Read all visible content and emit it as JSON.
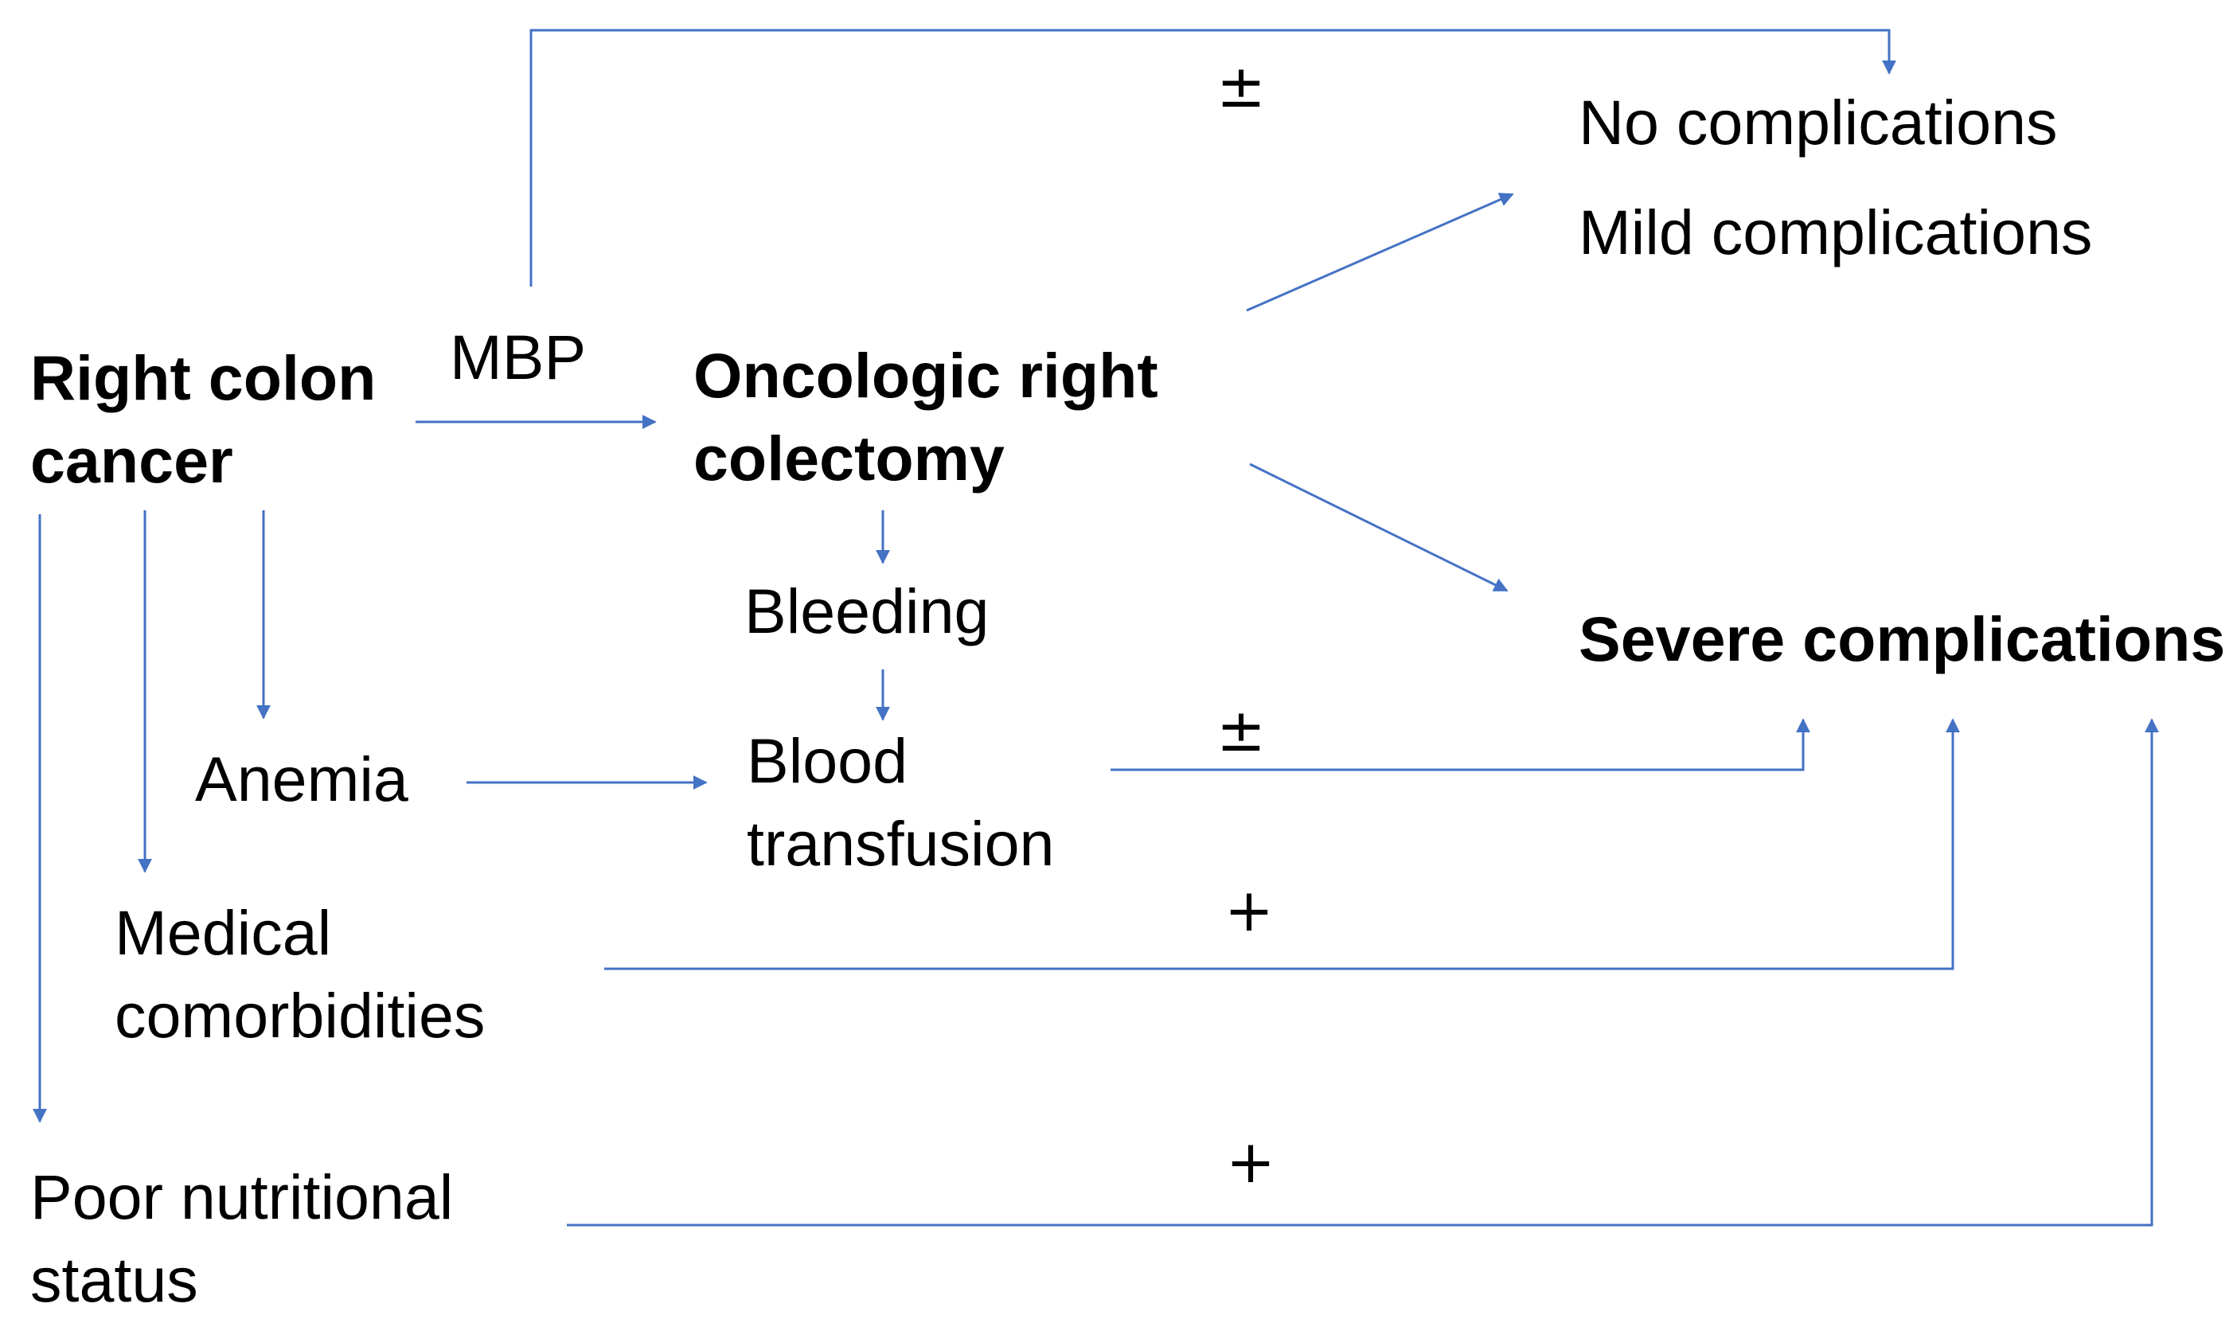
{
  "nodes": {
    "right_colon_cancer": [
      "Right colon",
      "cancer"
    ],
    "oncologic_right_colectomy": [
      "Oncologic right",
      "colectomy"
    ],
    "mbp": "MBP",
    "bleeding": "Bleeding",
    "blood_transfusion": [
      "Blood",
      "transfusion"
    ],
    "anemia": "Anemia",
    "medical_comorbidities": [
      "Medical",
      "comorbidities"
    ],
    "poor_nutritional_status": [
      "Poor nutritional",
      "status"
    ],
    "no_complications": "No complications",
    "mild_complications": "Mild complications",
    "severe_complications": "Severe complications"
  },
  "effect_signs": {
    "mbp_effect": "±",
    "transfusion_effect": "±",
    "comorbidities_effect": "+",
    "nutrition_effect": "+"
  },
  "colors": {
    "arrow": "#4472C4",
    "text": "#000000"
  }
}
